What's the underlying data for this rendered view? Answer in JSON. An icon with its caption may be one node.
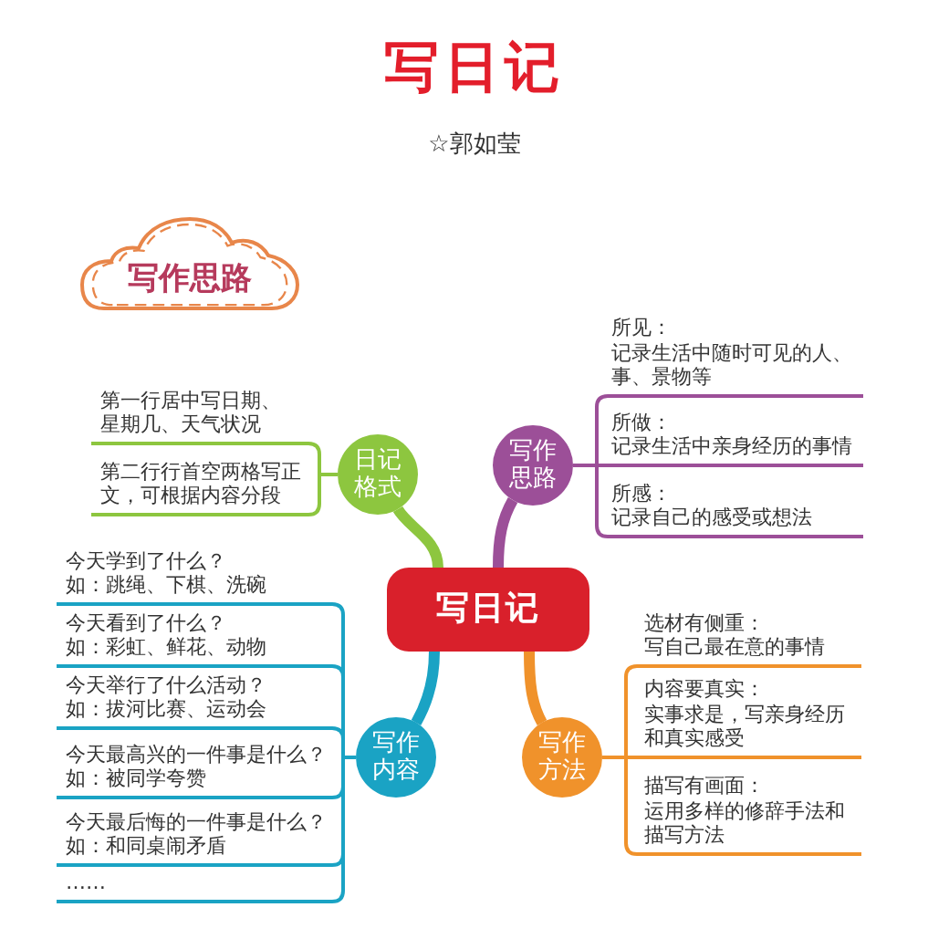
{
  "diagram": {
    "title": "写日记",
    "nodes": [
      {
        "text": [
          "写作思路"
        ]
      },
      {
        "text": [
          "写日记"
        ]
      },
      {
        "text": [
          "日记格式"
        ]
      },
      {
        "text": [
          "第一行居中写日期、星期几、天气状况"
        ]
      },
      {
        "text": [
          "第二行行首空两格写正文，可根据内容分段"
        ]
      },
      {
        "text": [
          "写作思路"
        ]
      },
      {
        "text": [
          "所见：",
          "记录生活中随时可见的人、事、景物等"
        ]
      },
      {
        "text": [
          "所做：",
          "记录生活中亲身经历的事情"
        ]
      },
      {
        "text": [
          "所感：",
          "记录自己的感受或想法"
        ]
      },
      {
        "text": [
          "写作内容"
        ]
      },
      {
        "text": [
          "今天学到了什么？",
          "如：跳绳、下棋、洗碗"
        ]
      },
      {
        "text": [
          "今天看到了什么？",
          "如：彩虹、鲜花、动物"
        ]
      },
      {
        "text": [
          "今天举行了什么活动？",
          "如：拔河比赛、运动会"
        ]
      },
      {
        "text": [
          "今天最高兴的一件事是什么？",
          "如：被同学夸赞"
        ]
      },
      {
        "text": [
          "今天最后悔的一件事是什么？",
          "如：和同桌闹矛盾"
        ]
      },
      {
        "text": [
          "……"
        ]
      },
      {
        "text": [
          "写作方法"
        ]
      },
      {
        "text": [
          "选材有侧重：",
          "写自己最在意的事情"
        ]
      },
      {
        "text": [
          "内容要真实：",
          "实事求是，写亲身经历和真实感受"
        ]
      },
      {
        "text": [
          "描写有画面：",
          "运用多样的修辞手法和描写方法"
        ]
      }
    ],
    "edges": [
      {
        "from": 1,
        "to": 2,
        "arrow": "none",
        "style": "thick",
        "color": "#8dc63f"
      },
      {
        "from": 1,
        "to": 5,
        "arrow": "none",
        "style": "thick",
        "color": "#9c4f98"
      },
      {
        "from": 1,
        "to": 9,
        "arrow": "none",
        "style": "thick"
      },
      {
        "from": 1,
        "to": 16,
        "arrow": "none",
        "style": "thick",
        "color": "#f0922b"
      },
      {
        "from": 2,
        "to": 3,
        "arrow": "none",
        "color": "#8dc63f"
      },
      {
        "from": 2,
        "to": 4,
        "arrow": "none",
        "color": "#8dc63f"
      },
      {
        "from": 5,
        "to": 6,
        "arrow": "none",
        "color": "#9c4f98"
      },
      {
        "from": 5,
        "to": 7,
        "arrow": "none",
        "color": "#9c4f98"
      },
      {
        "from": 5,
        "to": 8,
        "arrow": "none",
        "color": "#9c4f98"
      },
      {
        "from": 9,
        "to": 10,
        "arrow": "none"
      },
      {
        "from": 9,
        "to": 11,
        "arrow": "none"
      },
      {
        "from": 9,
        "to": 12,
        "arrow": "none"
      },
      {
        "from": 9,
        "to": 13,
        "arrow": "none"
      },
      {
        "from": 9,
        "to": 14,
        "arrow": "none"
      },
      {
        "from": 9,
        "to": 15,
        "arrow": "none"
      },
      {
        "from": 16,
        "to": 17,
        "arrow": "none",
        "color": "#f0922b"
      },
      {
        "from": 16,
        "to": 18,
        "arrow": "none",
        "color": "#f0922b"
      },
      {
        "from": 16,
        "to": 19,
        "arrow": "none",
        "color": "#f0922b"
      }
    ],
    "labels": [
      "☆郭如莹"
    ]
  }
}
